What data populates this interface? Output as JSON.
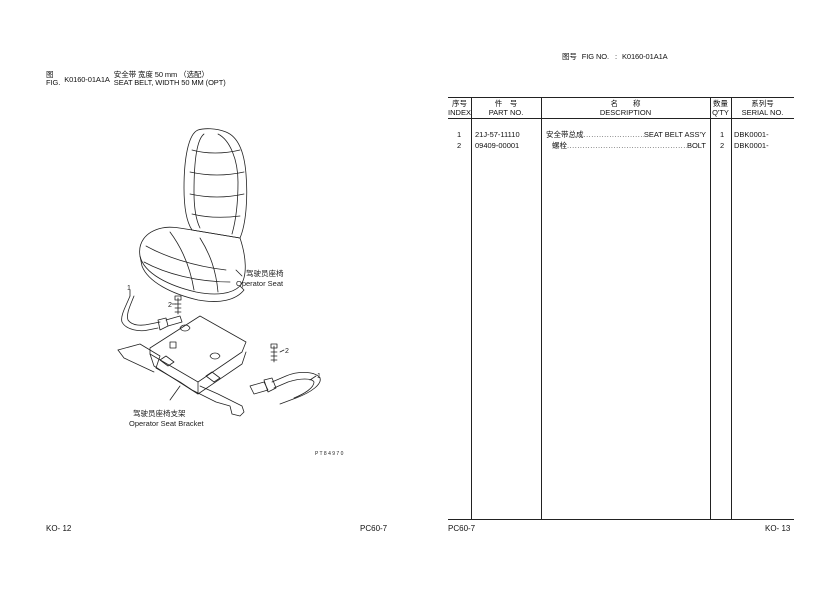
{
  "left_page": {
    "fig_label_cn": "图",
    "fig_label_en": "FIG.",
    "fig_code": "K0160-01A1A",
    "title_cn": "安全带 宽度 50 mm （选配）",
    "title_en": "SEAT BELT, WIDTH 50 MM (OPT)",
    "callouts": {
      "operator_seat_cn": "驾驶员座椅",
      "operator_seat_en": "Operator Seat",
      "seat_bracket_cn": "驾驶员座椅支架",
      "seat_bracket_en": "Operator Seat Bracket",
      "item1_top": "1",
      "item2_top": "2",
      "item2_right": "2",
      "item1_right": "1"
    },
    "drawing_code": "P T 8 4 9 7 0",
    "page_number": "KO- 12",
    "model": "PC60-7"
  },
  "right_page": {
    "header": {
      "cn": "图号",
      "en": "FIG NO.",
      "sep": ":",
      "code": "K0160-01A1A"
    },
    "columns": {
      "index_cn": "序号",
      "index_en": "INDEX",
      "part_cn": "件　号",
      "part_en": "PART NO.",
      "desc_cn": "名　　称",
      "desc_en": "DESCRIPTION",
      "qty_cn": "数量",
      "qty_en": "Q'TY",
      "serial_cn": "系列号",
      "serial_en": "SERIAL NO."
    },
    "rows": [
      {
        "index": "1",
        "part_no": "21J-57-11110",
        "desc_cn": "安全带总成",
        "desc_en": "SEAT BELT ASS'Y",
        "qty": "1",
        "serial": "DBK0001-"
      },
      {
        "index": "2",
        "part_no": "09409-00001",
        "desc_cn": "螺栓",
        "desc_en": "BOLT",
        "qty": "2",
        "serial": "DBK0001-"
      }
    ],
    "model": "PC60-7",
    "page_number": "KO- 13"
  }
}
